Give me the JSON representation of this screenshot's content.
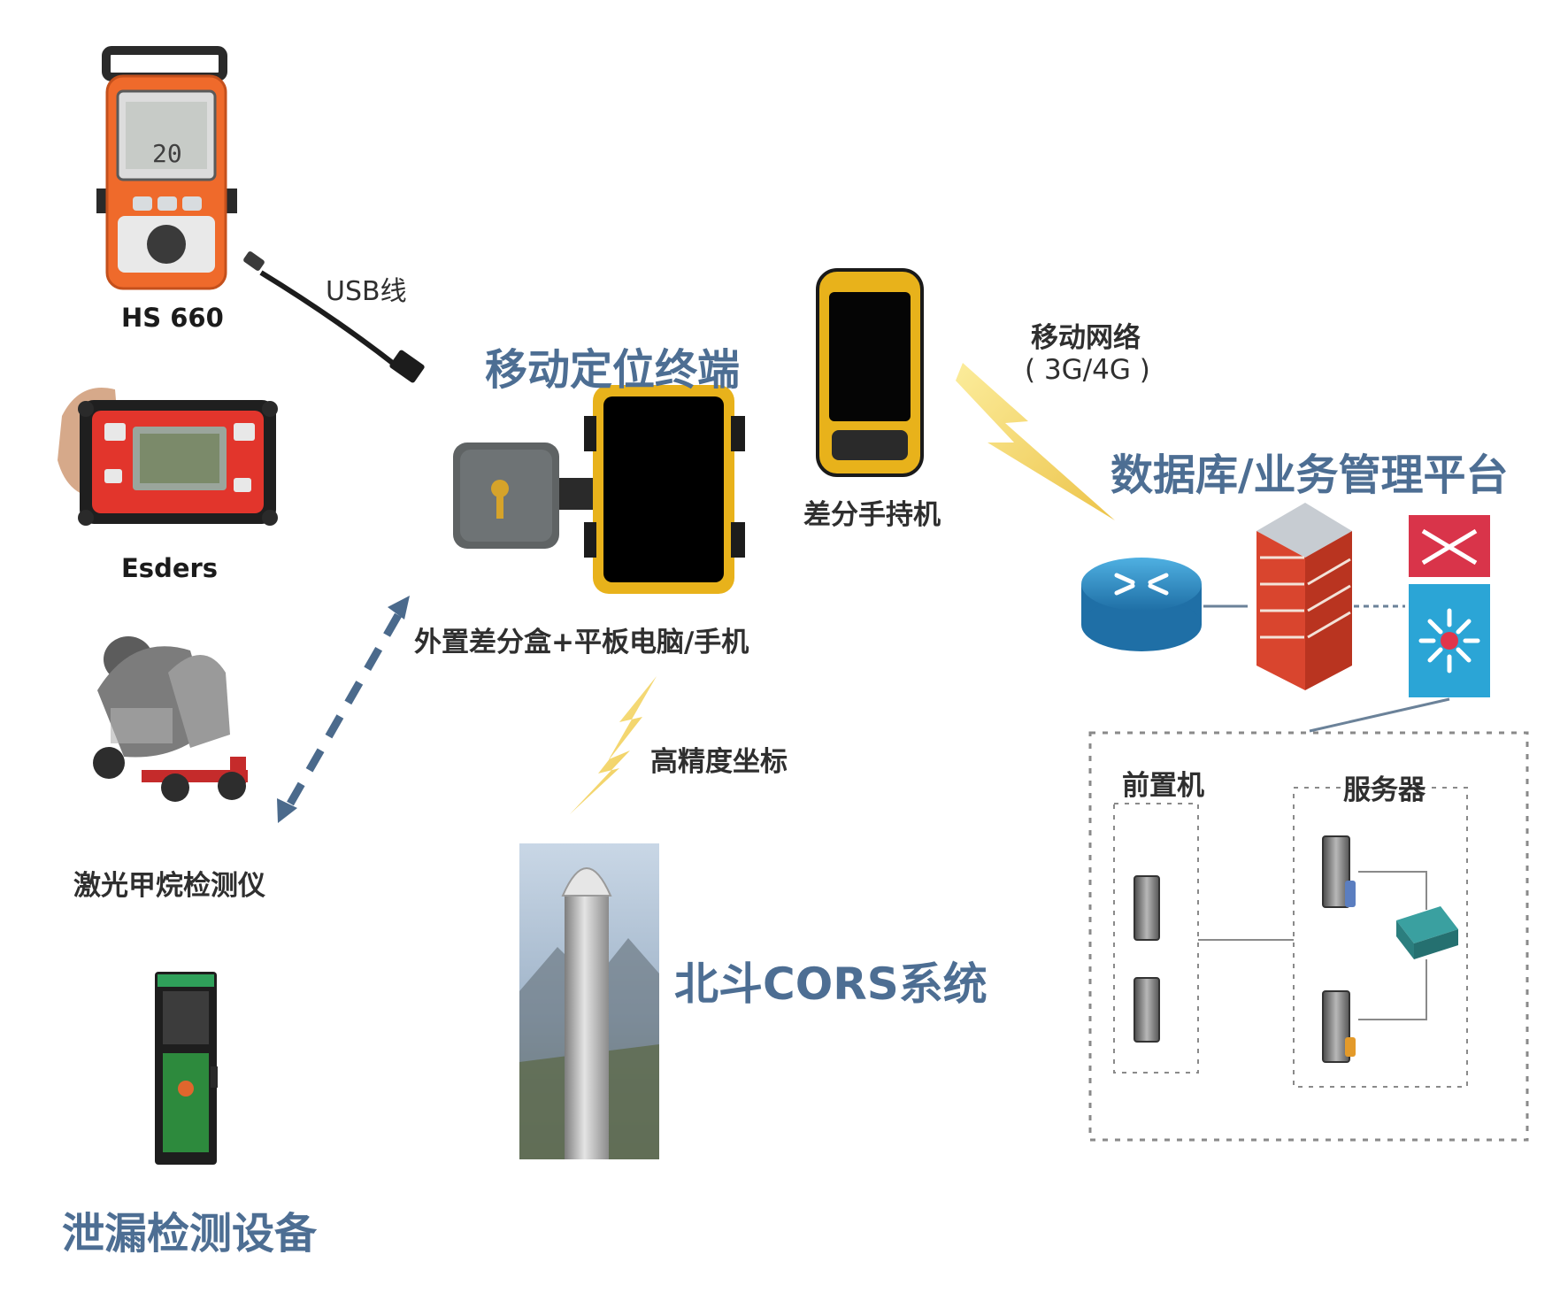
{
  "devices": {
    "hs660_label": "HS 660",
    "hs660_screen": "20",
    "esders_label": "Esders",
    "laser_label": "激光甲烷检测仪",
    "leak_title": "泄漏检测设备"
  },
  "links": {
    "usb_label": "USB线",
    "mobile_net_label": "移动网络",
    "mobile_net_sub": "( 3G/4G )",
    "coord_label": "高精度坐标"
  },
  "terminal": {
    "title": "移动定位终端",
    "label": "外置差分盒+平板电脑/手机"
  },
  "handheld": {
    "label": "差分手持机"
  },
  "cors": {
    "title": "北斗CORS系统"
  },
  "platform": {
    "title": "数据库/业务管理平台",
    "frontend_label": "前置机",
    "server_label": "服务器"
  },
  "colors": {
    "title_blue": "#4d6e93",
    "device_orange": "#ef6a2b",
    "terminal_yellow": "#e8b21b",
    "bolt_yellow": "#f2d64b",
    "router_blue": "#2e8fc9",
    "firewall_red": "#d9452e",
    "switch_cyan": "#2ba5d6"
  }
}
